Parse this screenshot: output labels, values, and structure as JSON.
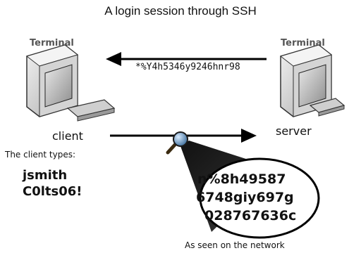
{
  "title": "A login session through SSH",
  "client": {
    "terminal_label": "Terminal",
    "name": "client",
    "types_label": "The client types:",
    "username": "jsmith",
    "password": "C0lts06!"
  },
  "server": {
    "terminal_label": "Terminal",
    "name": "server"
  },
  "response_ciphertext": "*%Y4h5346y9246hnr98",
  "network_view": {
    "lines": [
      "n%8h49587",
      "6748giy697g",
      "028767636c"
    ],
    "caption": "As seen on the network"
  },
  "icons": [
    "computer-icon",
    "magnifier-icon"
  ]
}
